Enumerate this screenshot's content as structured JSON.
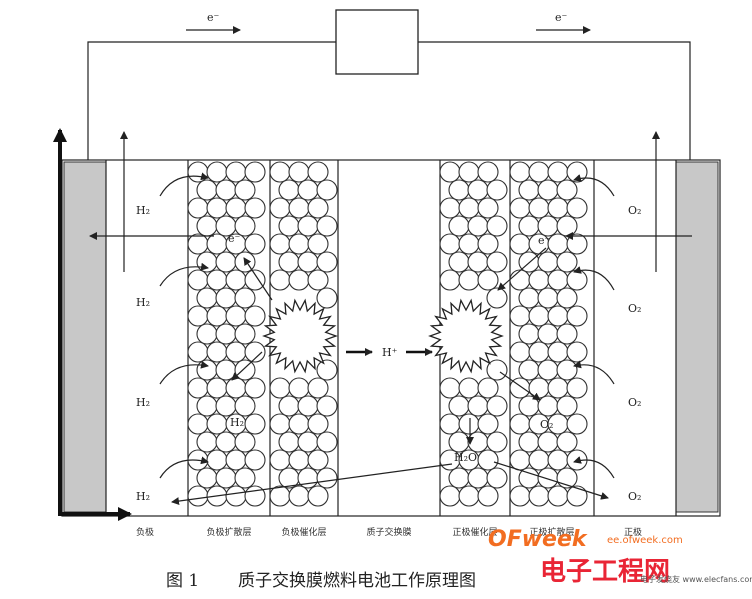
{
  "diagram": {
    "electron_top": "e⁻",
    "h2": "H₂",
    "o2": "O₂",
    "electron": "e⁻",
    "proton": "H⁺",
    "water": "H₂O",
    "layers": [
      "负极",
      "负极扩散层",
      "负极催化层",
      "质子交换膜",
      "正极催化层",
      "正极扩散层",
      "正极"
    ],
    "caption_fig": "图 1",
    "caption_text": "质子交换膜燃料电池工作原理图"
  },
  "watermark": {
    "brand": "OFweek",
    "url": "ee.ofweek.com",
    "cn": "电子工程网",
    "site_small": "电子发烧友 www.elecfans.com"
  },
  "colors": {
    "electrode_fill": "#c8c8c8",
    "line": "#222222",
    "watermark_orange": "#f26d21",
    "watermark_red": "#e60012"
  }
}
